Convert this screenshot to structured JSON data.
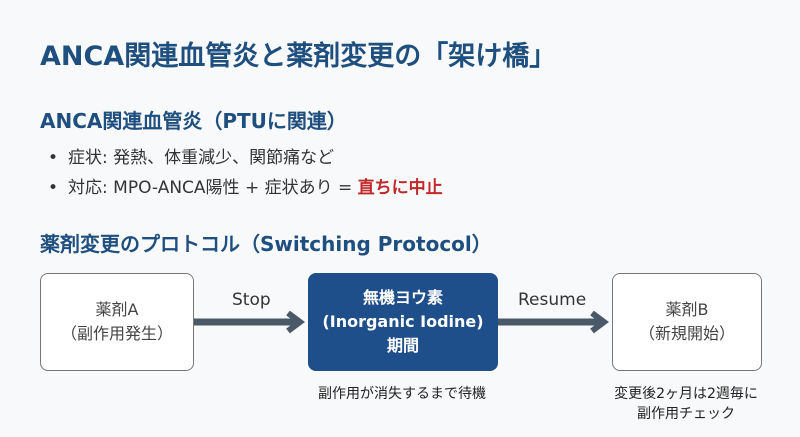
{
  "title": "ANCA関連血管炎と薬剤変更の「架け橋」",
  "section1": {
    "heading": "ANCA関連血管炎（PTUに関連）",
    "bullet1": "症状: 発熱、体重減少、関節痛など",
    "bullet2_prefix": "対応: MPO-ANCA陽性 + 症状あり = ",
    "bullet2_emph": "直ちに中止"
  },
  "section2": {
    "heading": "薬剤変更のプロトコル（Switching Protocol）"
  },
  "flow": {
    "box_a": {
      "line1": "薬剤A",
      "line2": "（副作用発生）"
    },
    "arrow1": "Stop",
    "box_mid": {
      "line1": "無機ヨウ素",
      "line2": "(Inorganic Iodine)",
      "line3": "期間"
    },
    "arrow2": "Resume",
    "box_b": {
      "line1": "薬剤B",
      "line2": "（新規開始）"
    },
    "note_mid": "副作用が消失するまで待機",
    "note_b1": "変更後2ヶ月は2週毎に",
    "note_b2": "副作用チェック"
  }
}
